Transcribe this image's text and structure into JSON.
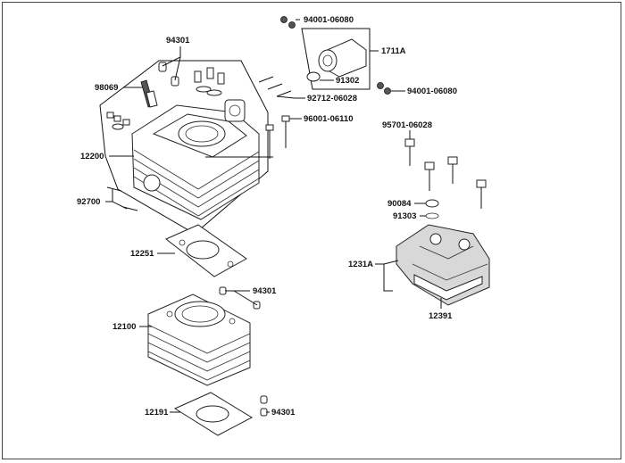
{
  "diagram": {
    "labels": {
      "p94301_top": "94301",
      "p98069": "98069",
      "p12200": "12200",
      "p92700": "92700",
      "p94001_06080_a": "94001-06080",
      "p1711A": "1711A",
      "p91302": "91302",
      "p94001_06080_b": "94001-06080",
      "p92712_06028": "92712-06028",
      "p96001_06110": "96001-06110",
      "p95701_06028": "95701-06028",
      "p90084": "90084",
      "p91303": "91303",
      "p1231A": "1231A",
      "p12391": "12391",
      "p12251": "12251",
      "p94301_mid": "94301",
      "p12100": "12100",
      "p12191": "12191",
      "p94301_bot": "94301"
    }
  }
}
